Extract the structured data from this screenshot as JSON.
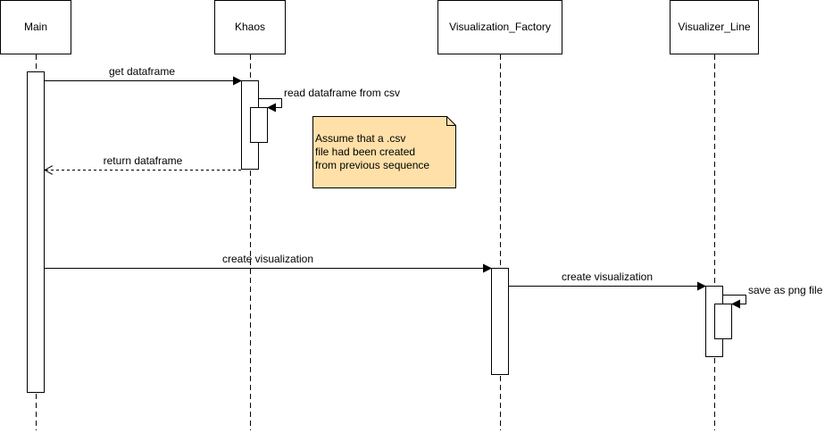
{
  "participants": [
    {
      "id": "main",
      "label": "Main"
    },
    {
      "id": "khaos",
      "label": "Khaos"
    },
    {
      "id": "factory",
      "label": "Visualization_Factory"
    },
    {
      "id": "line",
      "label": "Visualizer_Line"
    }
  ],
  "messages": [
    {
      "id": "get-dataframe",
      "label": "get dataframe",
      "from": "main",
      "to": "khaos",
      "kind": "sync"
    },
    {
      "id": "read-csv",
      "label": "read dataframe from csv",
      "from": "khaos",
      "to": "khaos",
      "kind": "self"
    },
    {
      "id": "return-dataframe",
      "label": "return dataframe",
      "from": "khaos",
      "to": "main",
      "kind": "return"
    },
    {
      "id": "create-viz-1",
      "label": "create visualization",
      "from": "main",
      "to": "factory",
      "kind": "sync"
    },
    {
      "id": "create-viz-2",
      "label": "create visualization",
      "from": "factory",
      "to": "line",
      "kind": "sync"
    },
    {
      "id": "save-png",
      "label": "save as png file",
      "from": "line",
      "to": "line",
      "kind": "self"
    }
  ],
  "note": {
    "lines": [
      "Assume that a .csv",
      "file had been created",
      "from previous sequence"
    ],
    "fill": "#FFE0A8",
    "fold": "#FFF6E4"
  }
}
